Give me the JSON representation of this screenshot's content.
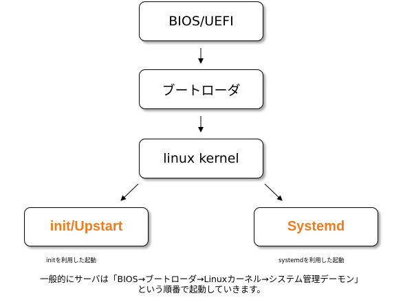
{
  "nodes": {
    "bios": "BIOS/UEFI",
    "bootloader": "ブートローダ",
    "kernel": "linux kernel",
    "init": "init/Upstart",
    "systemd": "Systemd"
  },
  "notes": {
    "init": "initを利用した起動",
    "systemd": "systemdを利用した起動"
  },
  "caption": {
    "line1": "一般的にサーバは「BIOS→ブートローダ→Linuxカーネル→システム管理デーモン」",
    "line2": "という順番で起動していきます。"
  },
  "colors": {
    "accent": "#f07c1c",
    "border": "#000000"
  }
}
